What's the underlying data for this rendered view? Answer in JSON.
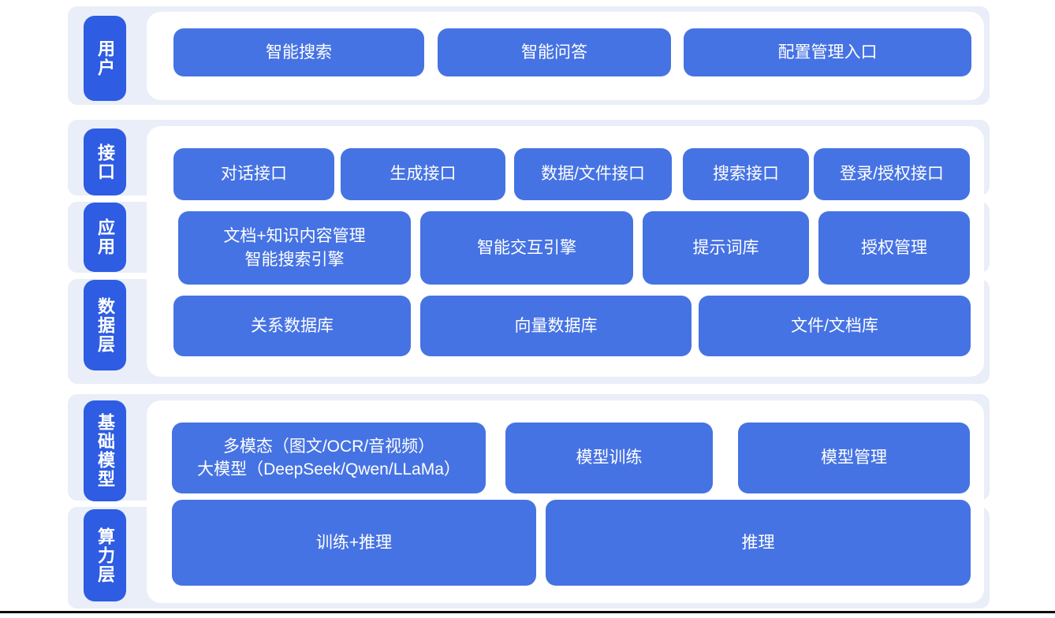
{
  "colors": {
    "page_background": "#ffffff",
    "layer_strip_background": "#e9eef8",
    "panel_background": "#ffffff",
    "block_blue": "#4673e3",
    "tab_blue": "#2e5ce2",
    "text_white": "#ffffff",
    "bottom_divider": "#0c0c0c"
  },
  "diagram": {
    "user_layer": {
      "label": "用户",
      "buttons": [
        {
          "label": "智能搜索"
        },
        {
          "label": "智能问答"
        },
        {
          "label": "配置管理入口"
        }
      ]
    },
    "interface_layer": {
      "label": "接口",
      "buttons": [
        {
          "label": "对话接口"
        },
        {
          "label": "生成接口"
        },
        {
          "label": "数据/文件接口"
        },
        {
          "label": "搜索接口"
        },
        {
          "label": "登录/授权接口"
        }
      ]
    },
    "application_layer": {
      "label": "应用",
      "buttons": [
        {
          "label": "文档+知识内容管理\n智能搜索引擎"
        },
        {
          "label": "智能交互引擎"
        },
        {
          "label": "提示词库"
        },
        {
          "label": "授权管理"
        }
      ]
    },
    "data_layer": {
      "label": "数据层",
      "buttons": [
        {
          "label": "关系数据库"
        },
        {
          "label": "向量数据库"
        },
        {
          "label": "文件/文档库"
        }
      ]
    },
    "foundation_model_layer": {
      "label": "基础模型",
      "buttons": [
        {
          "label": "多模态（图文/OCR/音视频）\n大模型（DeepSeek/Qwen/LLaMa）"
        },
        {
          "label": "模型训练"
        },
        {
          "label": "模型管理"
        }
      ]
    },
    "compute_layer": {
      "label": "算力层",
      "buttons": [
        {
          "label": "训练+推理"
        },
        {
          "label": "推理"
        }
      ]
    }
  }
}
